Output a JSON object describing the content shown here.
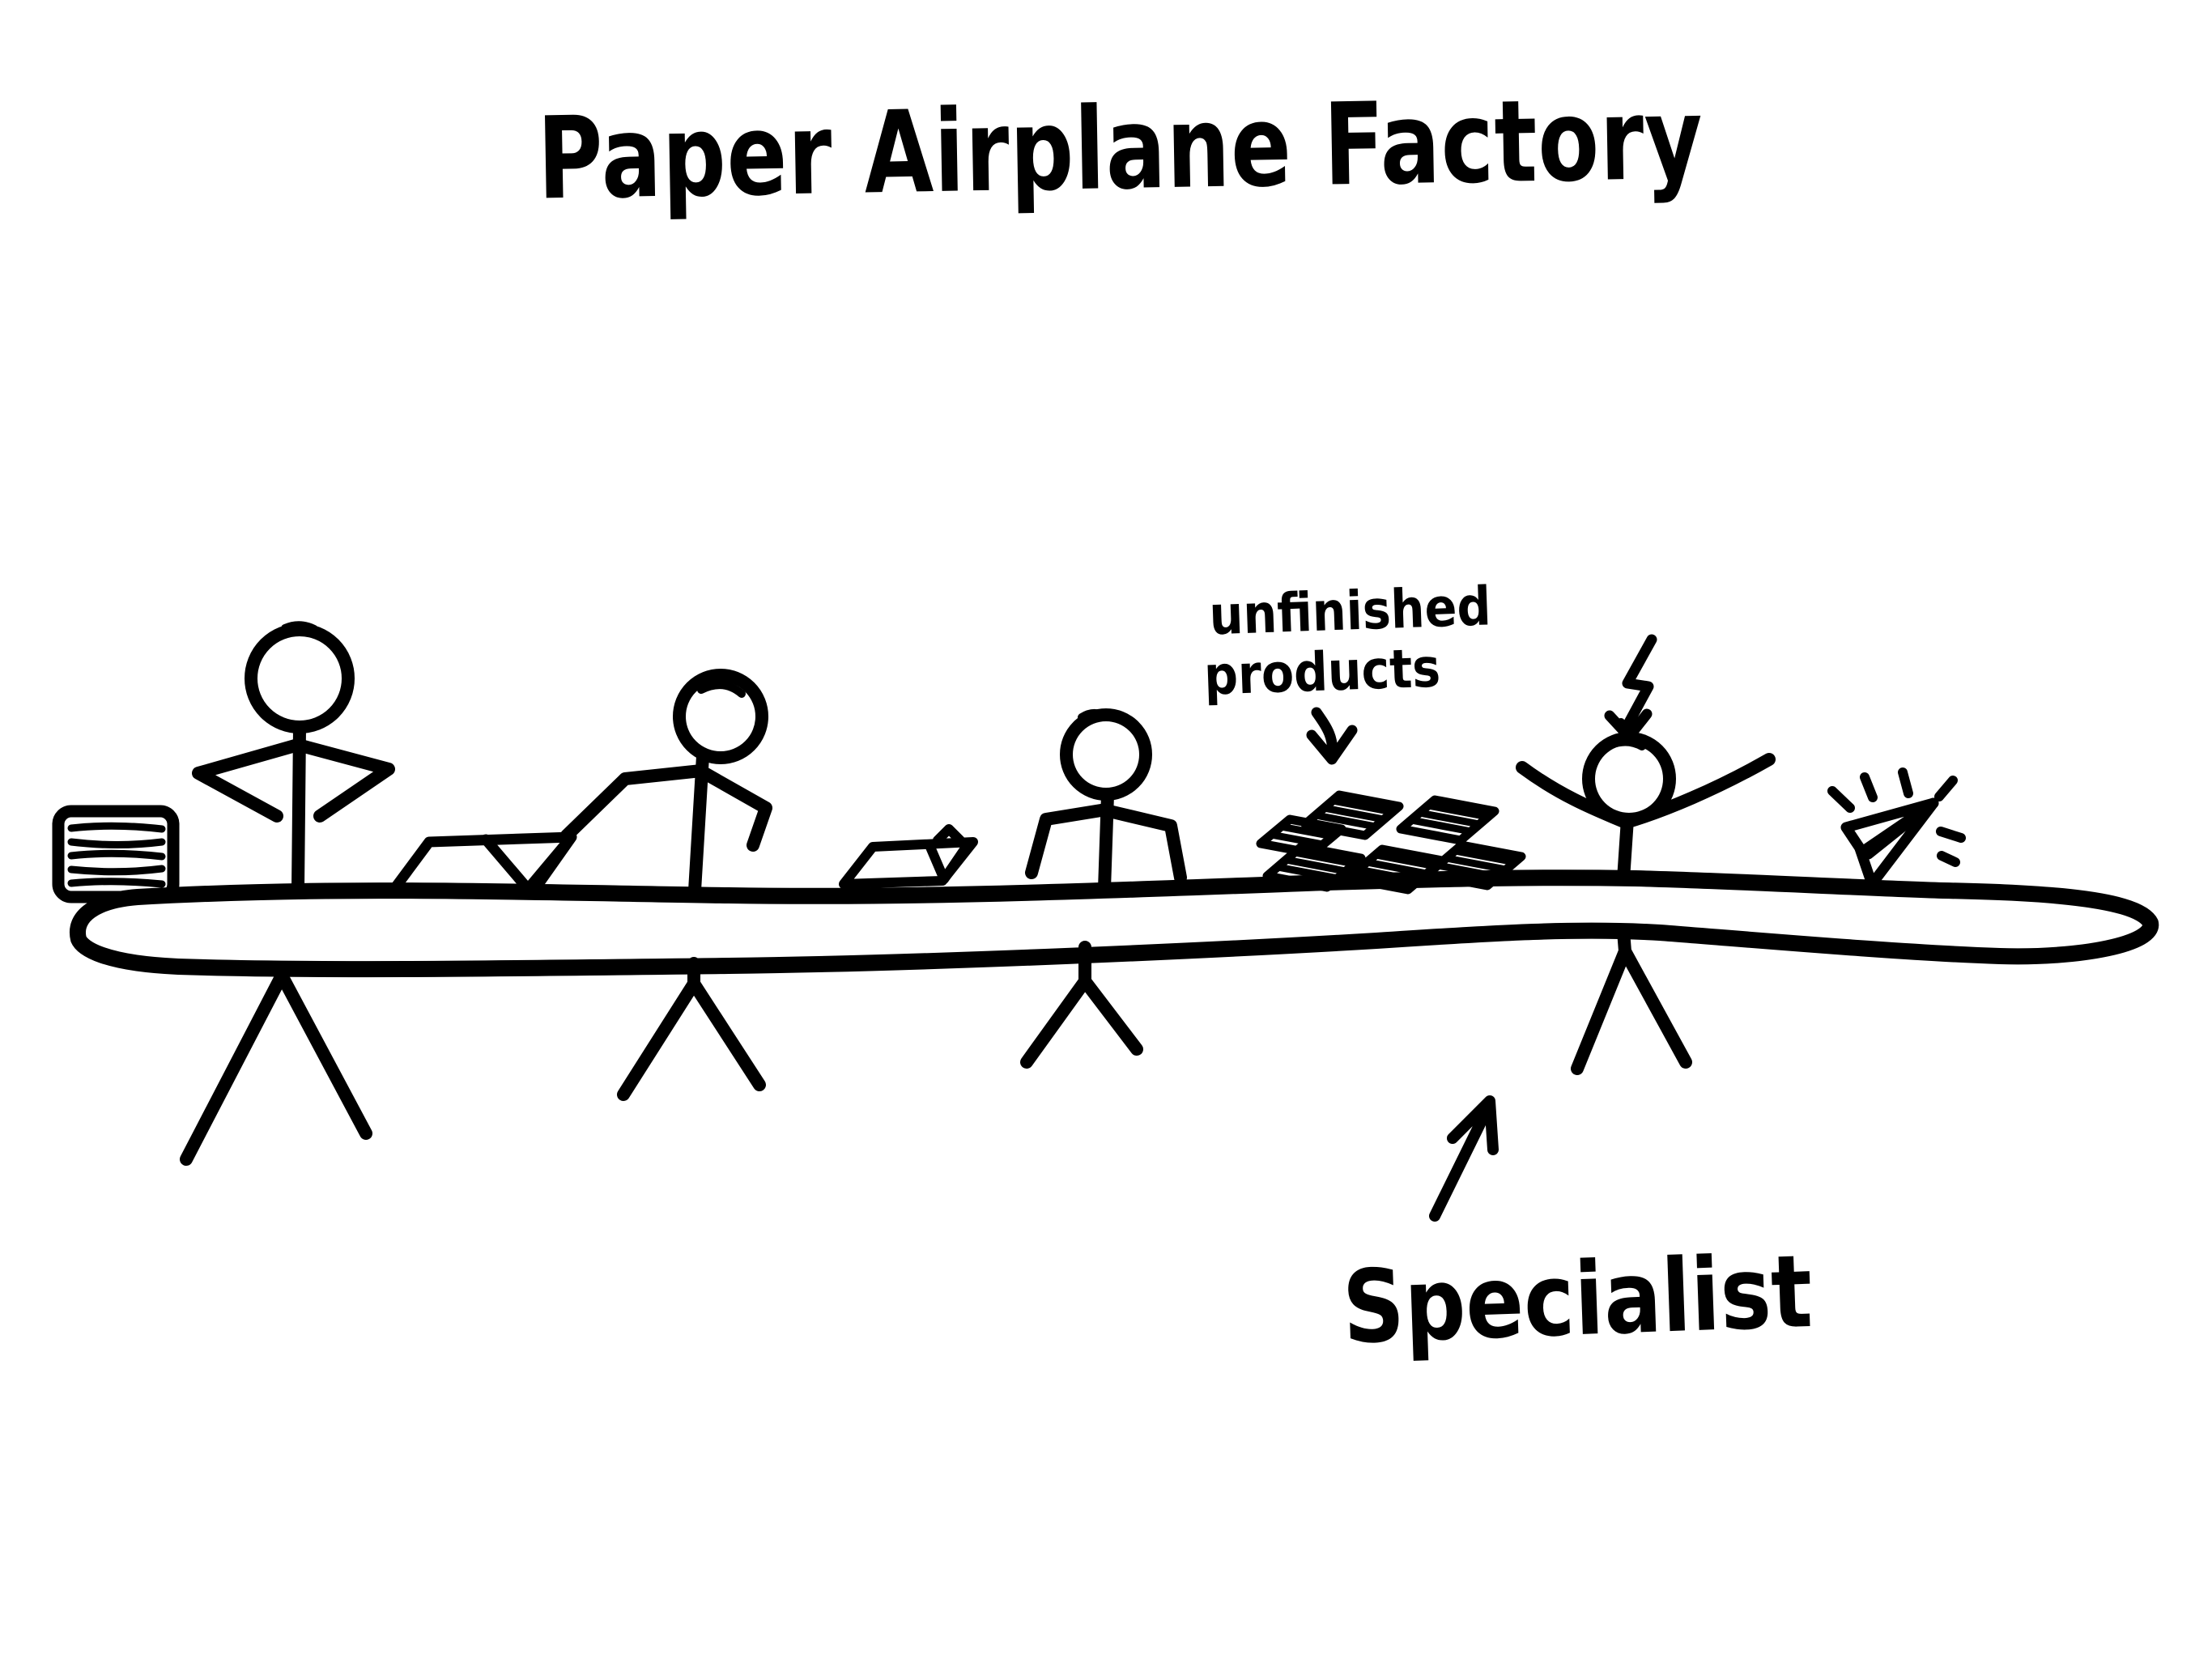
{
  "title": "Paper Airplane Factory",
  "labels": {
    "unfinished_line1": "unfinished",
    "unfinished_line2": "products",
    "specialist": "Specialist"
  },
  "colors": {
    "ink": "#000000",
    "background": "#ffffff"
  },
  "icons": [
    "paper-stack-icon",
    "stick-worker-hands-on-hips",
    "stick-worker-folding",
    "folded-sheet-icon",
    "half-folded-paper-icon",
    "stick-worker-at-table",
    "unfinished-products-pile-icon",
    "down-arrow-icon",
    "lightning-bolt-icon",
    "stick-specialist-arms-up",
    "paper-airplane-icon",
    "sparkles-icon",
    "up-right-arrow-icon",
    "work-table"
  ]
}
